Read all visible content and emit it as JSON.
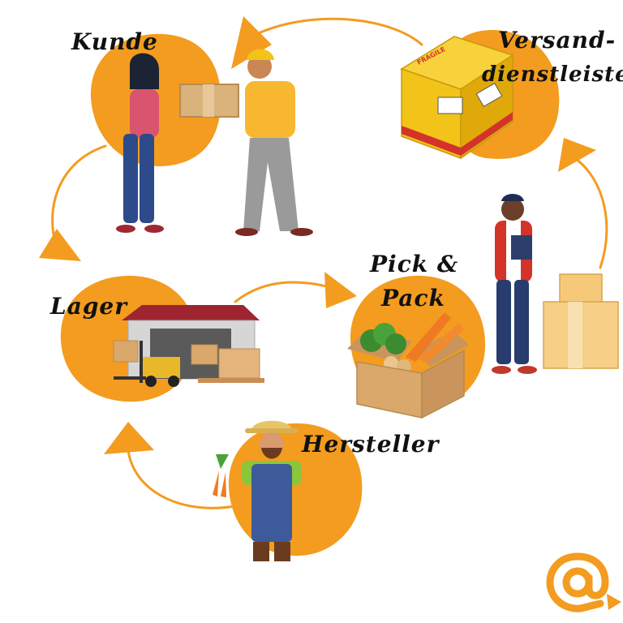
{
  "colors": {
    "accent": "#f39c1f",
    "accent_dark": "#e08a12",
    "box": "#d9b27c",
    "box_dark": "#b88a52",
    "yellow_box": "#f2c419",
    "text": "#111111"
  },
  "nodes": {
    "kunde": {
      "label": "Kunde"
    },
    "versand": {
      "label_line1": "Versand-",
      "label_line2": "dienstleister"
    },
    "pick_pack": {
      "label_line1": "Pick &",
      "label_line2": "Pack"
    },
    "lager": {
      "label": "Lager"
    },
    "hersteller": {
      "label": "Hersteller"
    }
  },
  "box_print": {
    "fragile": "FRAGILE"
  },
  "icons": [
    "customer-handover-illustration",
    "shipping-box-icon",
    "delivery-worker-illustration",
    "vegetable-box-icon",
    "warehouse-forklift-icon",
    "farmer-illustration",
    "at-sign-logo"
  ]
}
